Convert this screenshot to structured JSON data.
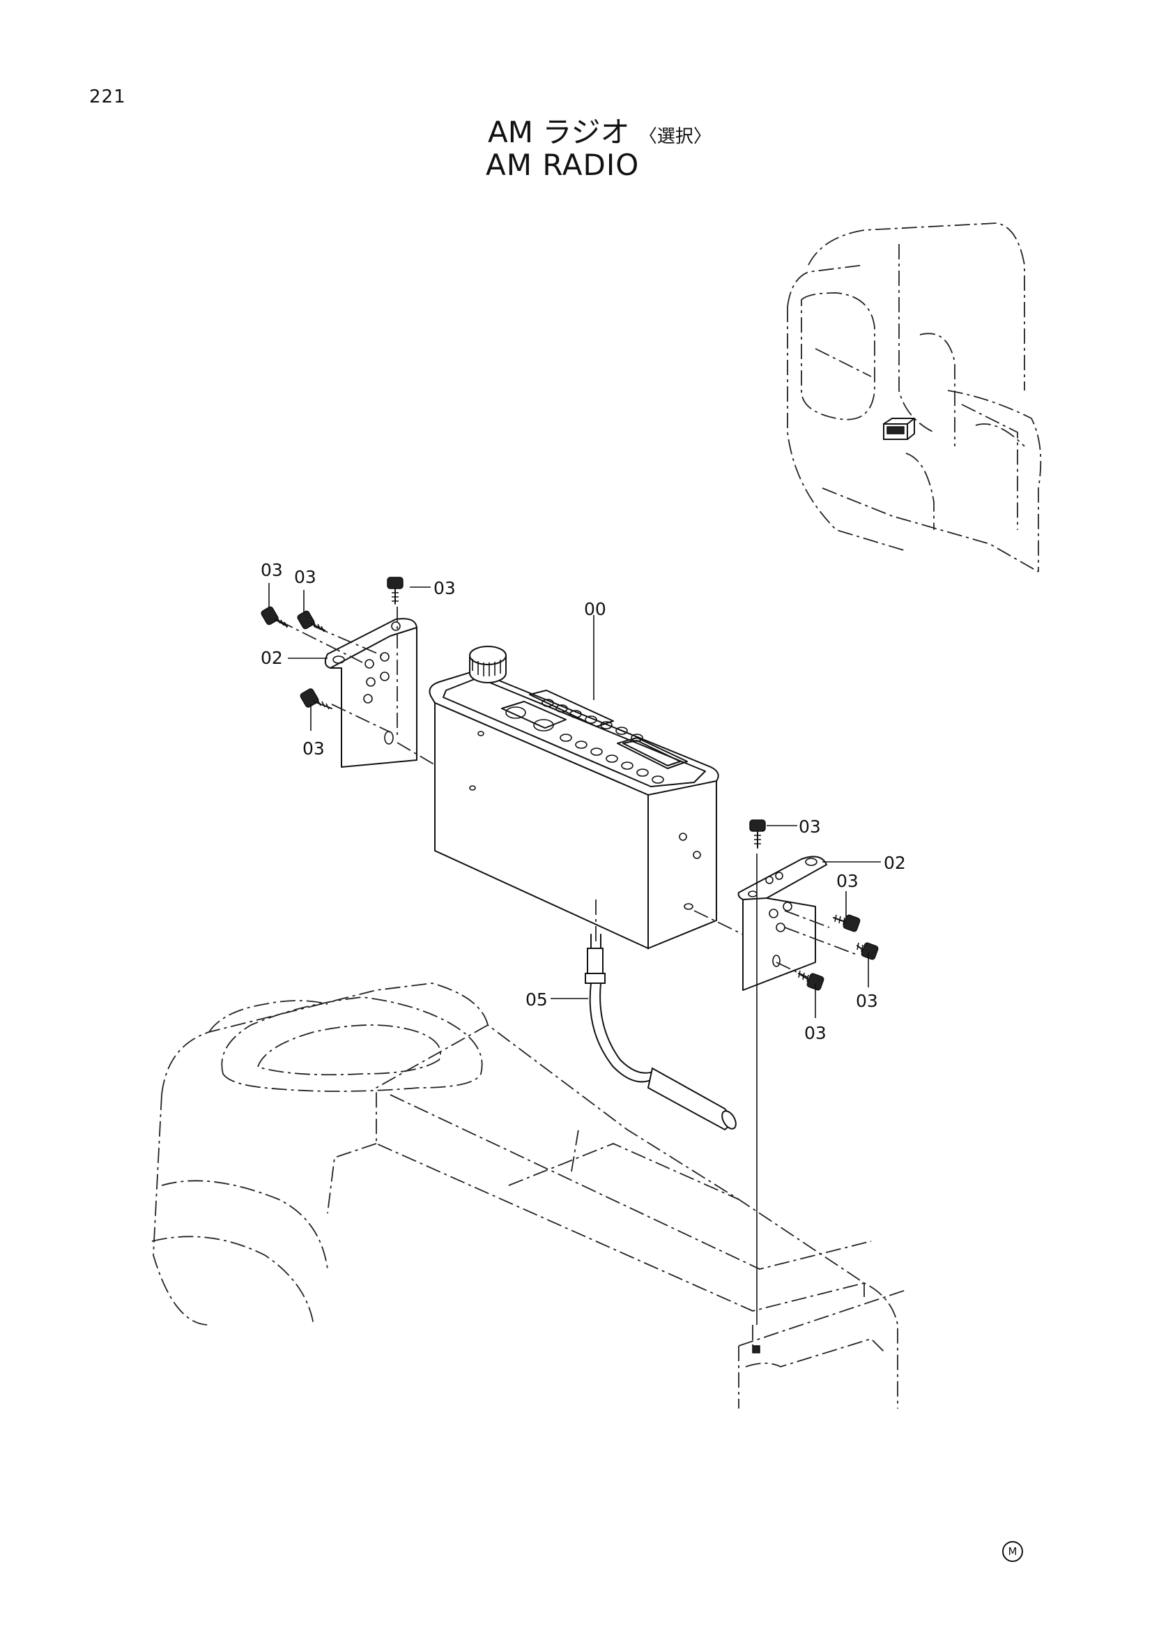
{
  "page": {
    "number": "221"
  },
  "title": {
    "jp_main": "AM ラジオ",
    "jp_option": "〈選択〉",
    "en": "AM RADIO"
  },
  "callouts": {
    "radio": "00",
    "bracket_left": "02",
    "bracket_right": "02",
    "screw_l1": "03",
    "screw_l2": "03",
    "screw_l3": "03",
    "screw_l4": "03",
    "screw_r1": "03",
    "screw_r2": "03",
    "screw_r3": "03",
    "screw_r4": "03",
    "antenna_cable": "05"
  },
  "manufacturer_mark": "M"
}
